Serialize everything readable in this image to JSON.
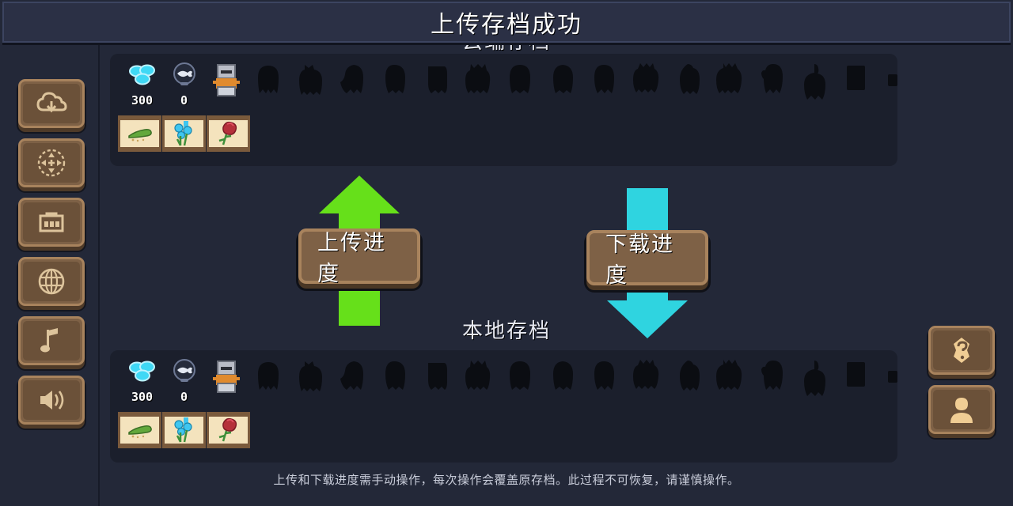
{
  "banner": {
    "message": "上传存档成功"
  },
  "sidebar_left": {
    "items": [
      {
        "name": "cloud-save-button",
        "icon": "cloud-download-icon"
      },
      {
        "name": "move-button",
        "icon": "dpad-target-icon"
      },
      {
        "name": "inventory-button",
        "icon": "toolbox-icon"
      },
      {
        "name": "language-button",
        "icon": "globe-icon"
      },
      {
        "name": "music-button",
        "icon": "music-note-icon"
      },
      {
        "name": "sound-button",
        "icon": "speaker-icon"
      }
    ]
  },
  "sidebar_right": {
    "items": [
      {
        "name": "help-button",
        "icon": "question-mark-icon"
      },
      {
        "name": "profile-button",
        "icon": "person-icon"
      }
    ]
  },
  "cloud_save": {
    "title": "云端存档",
    "currencies": [
      {
        "icon": "blue-gem-icon",
        "amount": "300"
      },
      {
        "icon": "fish-medal-icon",
        "amount": "0"
      }
    ],
    "characters": [
      {
        "icon": "knight-character",
        "locked": false
      },
      {
        "icon": "locked-character-1",
        "locked": true
      },
      {
        "icon": "locked-character-2",
        "locked": true
      },
      {
        "icon": "locked-character-3",
        "locked": true
      },
      {
        "icon": "locked-character-4",
        "locked": true
      },
      {
        "icon": "locked-character-5",
        "locked": true
      },
      {
        "icon": "locked-character-6",
        "locked": true
      },
      {
        "icon": "locked-character-7",
        "locked": true
      },
      {
        "icon": "locked-character-8",
        "locked": true
      },
      {
        "icon": "locked-character-9",
        "locked": true
      },
      {
        "icon": "locked-character-10",
        "locked": true
      },
      {
        "icon": "locked-character-11",
        "locked": true
      },
      {
        "icon": "locked-character-12",
        "locked": true
      },
      {
        "icon": "locked-character-13",
        "locked": true
      },
      {
        "icon": "locked-character-14",
        "locked": true
      },
      {
        "icon": "locked-character-15",
        "locked": true
      },
      {
        "icon": "locked-character-16",
        "locked": true
      }
    ],
    "cards": [
      {
        "icon": "cucumber-card"
      },
      {
        "icon": "blue-flower-card"
      },
      {
        "icon": "red-rose-card"
      }
    ]
  },
  "local_save": {
    "title": "本地存档",
    "currencies": [
      {
        "icon": "blue-gem-icon",
        "amount": "300"
      },
      {
        "icon": "fish-medal-icon",
        "amount": "0"
      }
    ],
    "characters": [
      {
        "icon": "knight-character",
        "locked": false
      },
      {
        "icon": "locked-character-1",
        "locked": true
      },
      {
        "icon": "locked-character-2",
        "locked": true
      },
      {
        "icon": "locked-character-3",
        "locked": true
      },
      {
        "icon": "locked-character-4",
        "locked": true
      },
      {
        "icon": "locked-character-5",
        "locked": true
      },
      {
        "icon": "locked-character-6",
        "locked": true
      },
      {
        "icon": "locked-character-7",
        "locked": true
      },
      {
        "icon": "locked-character-8",
        "locked": true
      },
      {
        "icon": "locked-character-9",
        "locked": true
      },
      {
        "icon": "locked-character-10",
        "locked": true
      },
      {
        "icon": "locked-character-11",
        "locked": true
      },
      {
        "icon": "locked-character-12",
        "locked": true
      },
      {
        "icon": "locked-character-13",
        "locked": true
      },
      {
        "icon": "locked-character-14",
        "locked": true
      },
      {
        "icon": "locked-character-15",
        "locked": true
      },
      {
        "icon": "locked-character-16",
        "locked": true
      }
    ],
    "cards": [
      {
        "icon": "cucumber-card"
      },
      {
        "icon": "blue-flower-card"
      },
      {
        "icon": "red-rose-card"
      }
    ]
  },
  "actions": {
    "upload": {
      "label": "上传进度",
      "arrow": "up-arrow",
      "color": "#66e01a"
    },
    "download": {
      "label": "下载进度",
      "arrow": "down-arrow",
      "color": "#2fd4e0"
    }
  },
  "footer": {
    "note": "上传和下载进度需手动操作，每次操作会覆盖原存档。此过程不可恢复，请谨慎操作。"
  }
}
